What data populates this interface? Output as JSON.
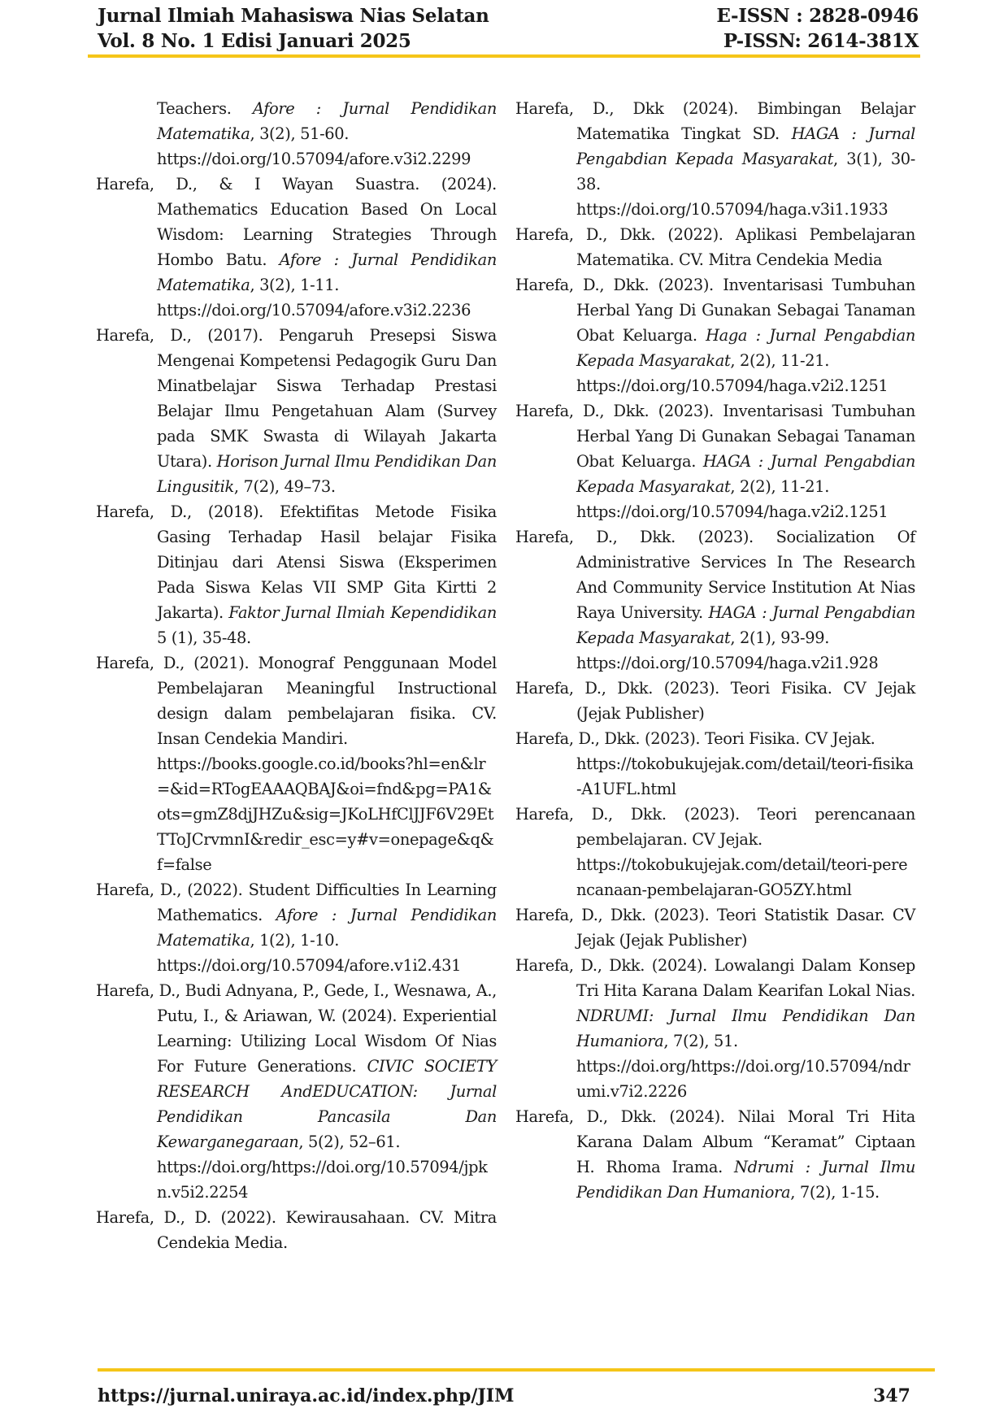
{
  "header": {
    "journal": "Jurnal Ilmiah Mahasiswa Nias Selatan",
    "volume": "Vol. 8 No. 1 Edisi Januari 2025",
    "eissn": "E-ISSN : 2828-0946",
    "pissn": "P-ISSN: 2614-381X"
  },
  "left": {
    "r0_a": "Teachers. ",
    "r0_i": "Afore : Jurnal Pendidikan Matematika",
    "r0_b": ", 3(2), 51-60.",
    "r0_url": "https://doi.org/10.57094/afore.v3i2.2299",
    "r1_a": "Harefa, D., & I Wayan Suastra. (2024). Mathematics Education Based On Local Wisdom: Learning Strategies Through Hombo Batu. ",
    "r1_i": "Afore : Jurnal Pendidikan Matematika",
    "r1_b": ", 3(2), 1-11.",
    "r1_url": "https://doi.org/10.57094/afore.v3i2.2236",
    "r2_a": "Harefa, D., (2017). Pengaruh Presepsi Siswa Mengenai Kompetensi Pedagogik Guru Dan Minatbelajar Siswa Terhadap Prestasi Belajar Ilmu Pengetahuan Alam (Survey pada SMK Swasta di Wilayah Jakarta Utara). ",
    "r2_i": "Horison Jurnal Ilmu Pendidikan Dan Lingusitik",
    "r2_b": ", 7(2), 49–73.",
    "r3_a": "Harefa, D., (2018). Efektifitas Metode Fisika Gasing Terhadap Hasil belajar Fisika Ditinjau dari Atensi Siswa (Eksperimen Pada Siswa Kelas VII SMP Gita Kirtti 2 Jakarta). ",
    "r3_i": "Faktor Jurnal Ilmiah Kependidikan",
    "r3_b": " 5 (1), 35-48.",
    "r4_a": "Harefa, D., (2021). Monograf Penggunaan Model Pembelajaran Meaningful Instructional design dalam pembelajaran fisika. CV. Insan Cendekia Mandiri.",
    "r4_url": "https://books.google.co.id/books?hl=en&lr=&id=RTogEAAAQBAJ&oi=fnd&pg=PA1&ots=gmZ8djJHZu&sig=JKoLHfClJJF6V29EtTToJCrvmnI&redir_esc=y#v=onepage&q&f=false",
    "r5_a": "Harefa, D., (2022). Student Difficulties In Learning Mathematics. ",
    "r5_i": "Afore : Jurnal Pendidikan Matematika",
    "r5_b": ", 1(2), 1-10.",
    "r5_url": "https://doi.org/10.57094/afore.v1i2.431",
    "r6_a": "Harefa, D., Budi Adnyana, P., Gede, I., Wesnawa, A., Putu, I., & Ariawan, W. (2024). Experiential Learning: Utilizing Local Wisdom Of Nias For Future Generations. ",
    "r6_i": "CIVIC SOCIETY RESEARCH AndEDUCATION: Jurnal Pendidikan Pancasila Dan Kewarganegaraan",
    "r6_b": ", 5(2), 52–61.",
    "r6_url": "https://doi.org/https://doi.org/10.57094/jpkn.v5i2.2254",
    "r7_a": "Harefa, D., D. (2022). Kewirausahaan. CV. Mitra Cendekia Media."
  },
  "right": {
    "r0_a": "Harefa, D., Dkk (2024). Bimbingan Belajar Matematika Tingkat SD. ",
    "r0_i": "HAGA : Jurnal Pengabdian Kepada Masyarakat",
    "r0_b": ", 3(1), 30-38.",
    "r0_url": "https://doi.org/10.57094/haga.v3i1.1933",
    "r1_a": "Harefa, D., Dkk. (2022). Aplikasi Pembelajaran Matematika. CV. Mitra Cendekia Media",
    "r2_a": "Harefa, D., Dkk. (2023). Inventarisasi Tumbuhan Herbal Yang Di Gunakan Sebagai Tanaman Obat Keluarga. ",
    "r2_i": "Haga : Jurnal Pengabdian Kepada Masyarakat",
    "r2_b": ", 2(2), 11-21.",
    "r2_url": "https://doi.org/10.57094/haga.v2i2.1251",
    "r3_a": "Harefa, D., Dkk. (2023). Inventarisasi Tumbuhan Herbal Yang Di Gunakan Sebagai Tanaman Obat Keluarga. ",
    "r3_i": "HAGA : Jurnal Pengabdian Kepada Masyarakat",
    "r3_b": ", 2(2), 11-21.",
    "r3_url": "https://doi.org/10.57094/haga.v2i2.1251",
    "r4_a": "Harefa, D., Dkk. (2023). Socialization Of Administrative Services In The Research And Community Service Institution At Nias Raya University. ",
    "r4_i": "HAGA : Jurnal Pengabdian Kepada Masyarakat",
    "r4_b": ", 2(1), 93-99.",
    "r4_url": "https://doi.org/10.57094/haga.v2i1.928",
    "r5_a": "Harefa, D., Dkk. (2023). Teori Fisika. CV Jejak (Jejak Publisher)",
    "r6_a": "Harefa, D., Dkk. (2023). Teori Fisika. CV Jejak.",
    "r6_url": "https://tokobukujejak.com/detail/teori-fisika-A1UFL.html",
    "r7_a": "Harefa, D., Dkk. (2023). Teori perencanaan pembelajaran. CV Jejak.",
    "r7_url": "https://tokobukujejak.com/detail/teori-perencanaan-pembelajaran-GO5ZY.html",
    "r8_a": "Harefa, D., Dkk. (2023). Teori Statistik Dasar. CV Jejak (Jejak Publisher)",
    "r9_a": "Harefa, D., Dkk. (2024). Lowalangi Dalam Konsep Tri Hita Karana Dalam Kearifan Lokal Nias. ",
    "r9_i": "NDRUMI: Jurnal Ilmu Pendidikan Dan Humaniora",
    "r9_b": ", 7(2), 51.",
    "r9_url": "https://doi.org/https://doi.org/10.57094/ndrumi.v7i2.2226",
    "r10_a": "Harefa, D., Dkk. (2024). Nilai Moral Tri Hita Karana Dalam Album “Keramat” Ciptaan H. Rhoma Irama. ",
    "r10_i": "Ndrumi : Jurnal Ilmu Pendidikan Dan Humaniora",
    "r10_b": ", 7(2), 1-15."
  },
  "footer": {
    "url": "https://jurnal.uniraya.ac.id/index.php/JIM",
    "page": "347"
  }
}
